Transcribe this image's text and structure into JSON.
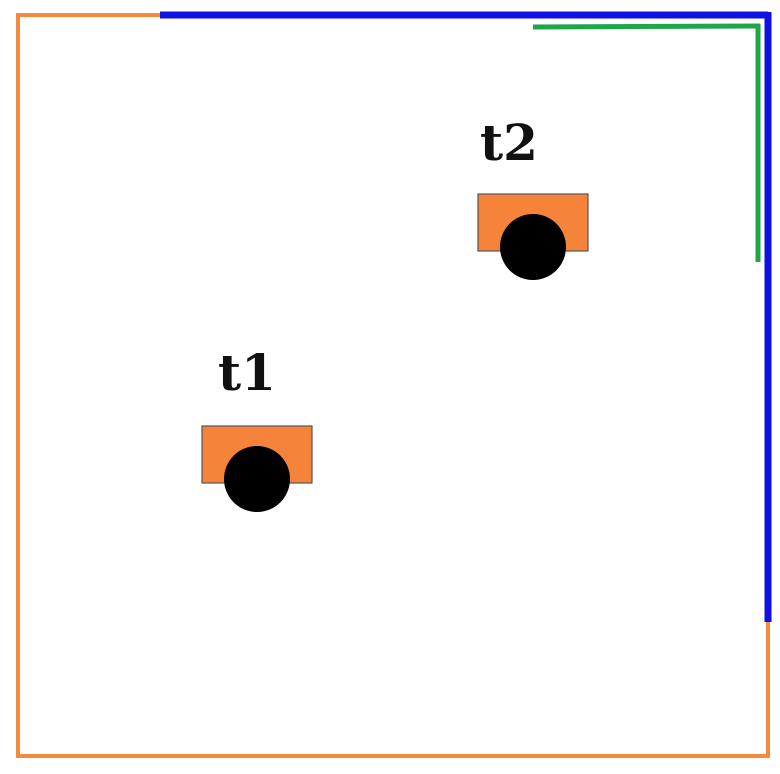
{
  "colors": {
    "background": "#ffffff",
    "room_boundary": "#f58a3c",
    "highlighted_wall": "#1010e6",
    "inner_segment": "#1fa64a",
    "robot_body": "#f5843a",
    "robot_body_outline": "#555555",
    "robot_wheel": "#000000",
    "label_text": "#111111"
  },
  "robots": [
    {
      "id": "t1",
      "label": "t1",
      "body_shape": "rectangle",
      "wheel_shape": "circle"
    },
    {
      "id": "t2",
      "label": "t2",
      "body_shape": "rectangle",
      "wheel_shape": "circle"
    }
  ],
  "walls": [
    {
      "name": "left-wall",
      "color_key": "room_boundary"
    },
    {
      "name": "bottom-wall",
      "color_key": "room_boundary"
    },
    {
      "name": "top-left-wall-segment",
      "color_key": "room_boundary"
    },
    {
      "name": "right-lower-wall-segment",
      "color_key": "room_boundary"
    },
    {
      "name": "top-wall-highlight",
      "color_key": "highlighted_wall"
    },
    {
      "name": "right-wall-highlight",
      "color_key": "highlighted_wall"
    },
    {
      "name": "inner-horizontal-segment",
      "color_key": "inner_segment"
    },
    {
      "name": "inner-vertical-segment",
      "color_key": "inner_segment"
    }
  ]
}
